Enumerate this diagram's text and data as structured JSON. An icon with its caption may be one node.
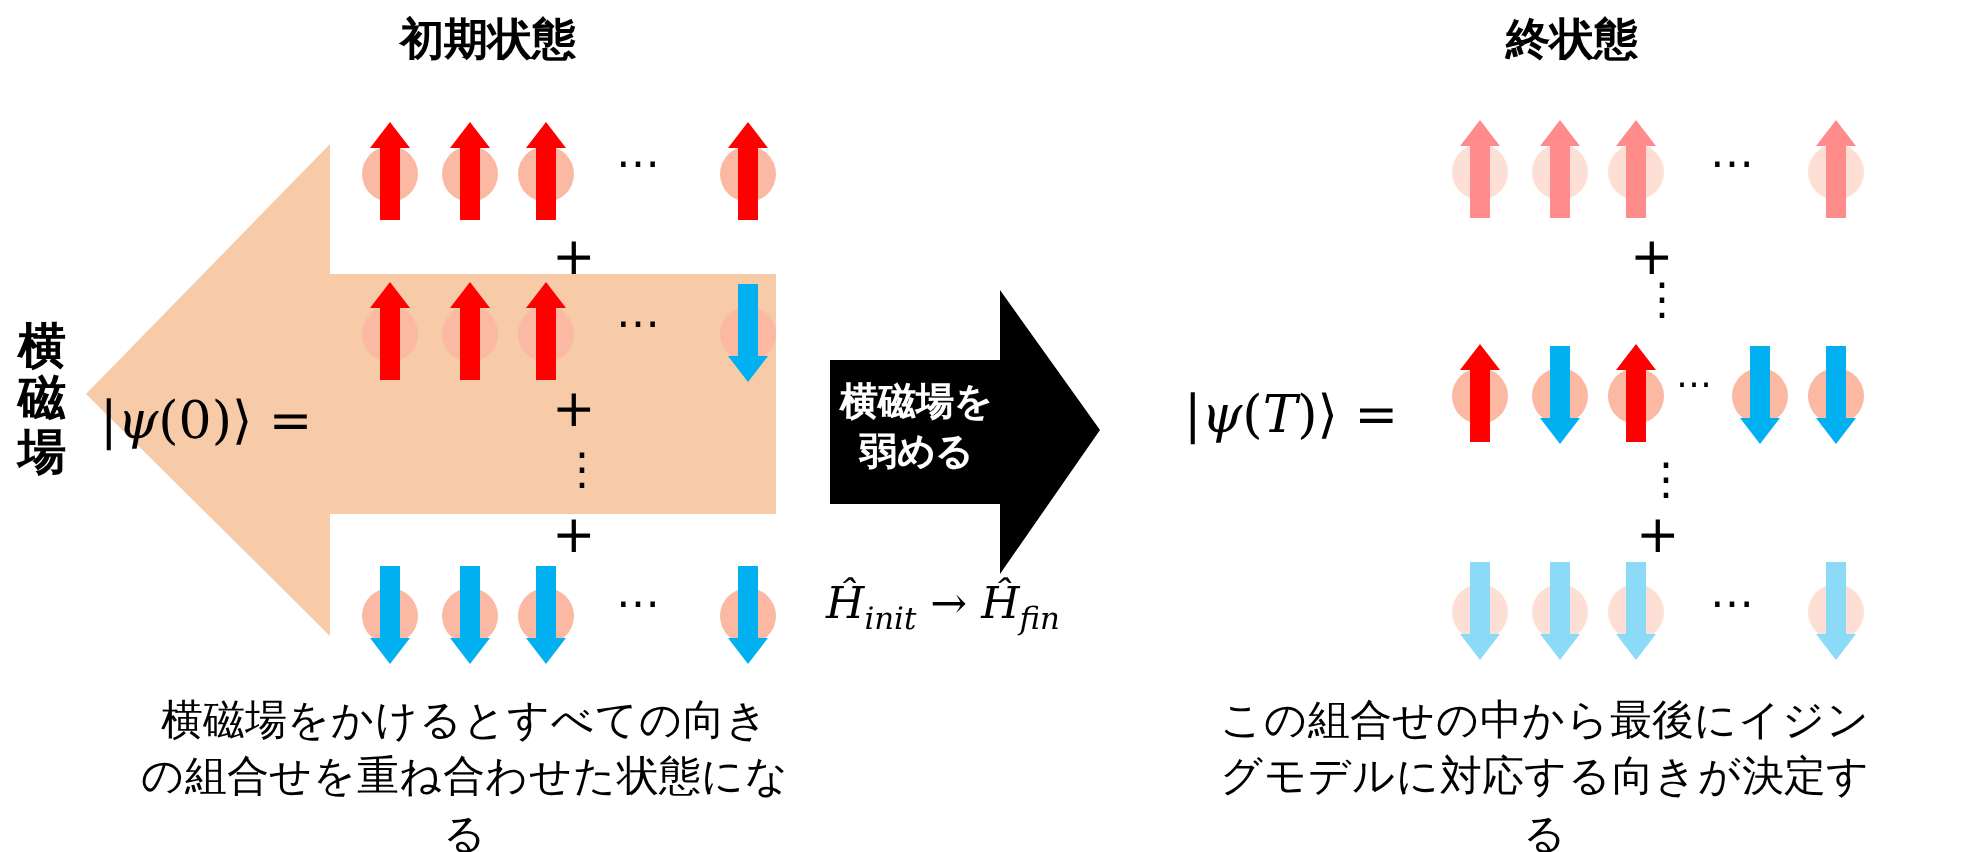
{
  "diagram": {
    "nodes": [
      {
        "text": [
          "横磁場"
        ]
      },
      {
        "text": [
          "横磁場を弱める"
        ]
      }
    ],
    "labels": [
      "初期状態",
      "終状態",
      "⋯",
      "⋯",
      "+",
      "+",
      "⋮",
      "⋯",
      "|*ψ*(0)⟩ =",
      "+",
      "|*ψ*(*T*)⟩ =",
      "⋯",
      "⋮",
      "⋮",
      "+",
      "+",
      "⋯",
      "*Ĥ*$_{init}$ → *Ĥ*$_{fin}$",
      "⋯",
      "横磁場をかけるとすべての向きの組合せを重ね合わせた状態になる",
      "この組合せの中から最後にイジングモデルに対応する向きが決定する"
    ]
  }
}
